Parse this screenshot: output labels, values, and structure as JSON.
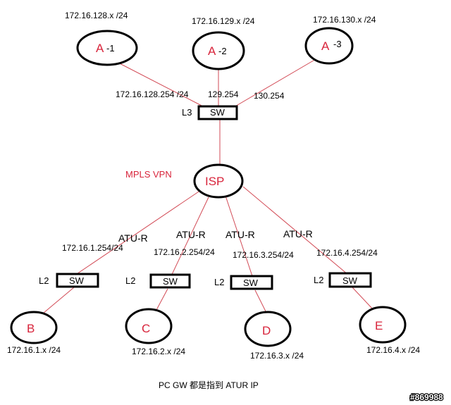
{
  "colors": {
    "link": "#d24a55",
    "accent_text": "#d8243b",
    "outline": "#000000"
  },
  "top_sites": [
    {
      "name": "A",
      "suffix": "-1",
      "subnet": "172.16.128.x /24"
    },
    {
      "name": "A",
      "suffix": "-2",
      "subnet": "172.16.129.x /24"
    },
    {
      "name": "A",
      "suffix": "-3",
      "subnet": "172.16.130.x /24"
    }
  ],
  "core_switch": {
    "layer": "L3",
    "label": "SW",
    "gateways": [
      "172.16.128.254 /24",
      "129.254",
      "130.254"
    ]
  },
  "isp": {
    "label": "ISP",
    "service": "MPLS VPN"
  },
  "branches": [
    {
      "router": "ATU-R",
      "gateway": "172.16.1.254/24",
      "layer": "L2",
      "switch": "SW",
      "site": "B",
      "subnet": "172.16.1.x /24"
    },
    {
      "router": "ATU-R",
      "gateway": "172.16.2.254/24",
      "layer": "L2",
      "switch": "SW",
      "site": "C",
      "subnet": "172.16.2.x /24"
    },
    {
      "router": "ATU-R",
      "gateway": "172.16.3.254/24",
      "layer": "L2",
      "switch": "SW",
      "site": "D",
      "subnet": "172.16.3.x /24"
    },
    {
      "router": "ATU-R",
      "gateway": "172.16.4.254/24",
      "layer": "L2",
      "switch": "SW",
      "site": "E",
      "subnet": "172.16.4.x /24"
    }
  ],
  "caption": "PC GW 都是指到  ATUR IP",
  "watermark": "#869988"
}
